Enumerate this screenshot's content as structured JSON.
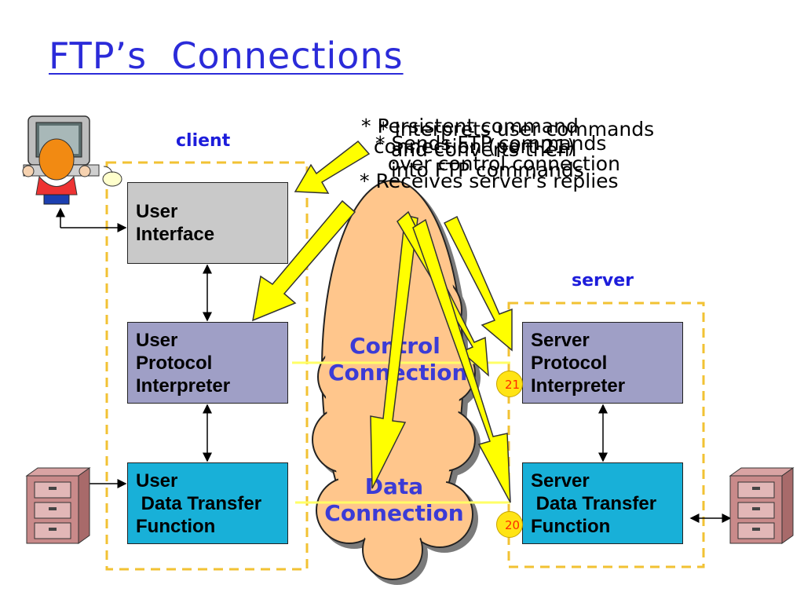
{
  "title": "FTP’s  Connections",
  "labels": {
    "client": "client",
    "server": "server"
  },
  "boxes": {
    "user_interface": [
      "User",
      "Interface"
    ],
    "user_pi": [
      "User",
      "Protocol",
      "Interpreter"
    ],
    "user_dtf": [
      "User",
      " Data Transfer",
      "Function"
    ],
    "server_pi": [
      "Server",
      "Protocol",
      "Interpreter"
    ],
    "server_dtf": [
      "Server",
      " Data Transfer",
      "Function"
    ]
  },
  "cloud": {
    "control": [
      "Control",
      "Connection"
    ],
    "data": [
      "Data",
      "Connection"
    ]
  },
  "ports": {
    "control_port": "21",
    "data_port": "20"
  },
  "annotations": [
    "* Persistent command\n  connection (port 21)",
    "* Interprets user commands\n  and converts them\n  into FTP commands",
    "* Sends FTP commands\n  over control connection",
    "* Receives server's replies"
  ],
  "colors": {
    "title": "#2b2bd9",
    "label": "#1d1ddb",
    "ui_box": "#c9c9c9",
    "pi_box": "#9f9fc6",
    "dtf_box": "#18b0d8",
    "dash": "#f2c233",
    "arrow": "#ffff00",
    "cloud": "#ffc68c",
    "port": "#ffe414"
  }
}
